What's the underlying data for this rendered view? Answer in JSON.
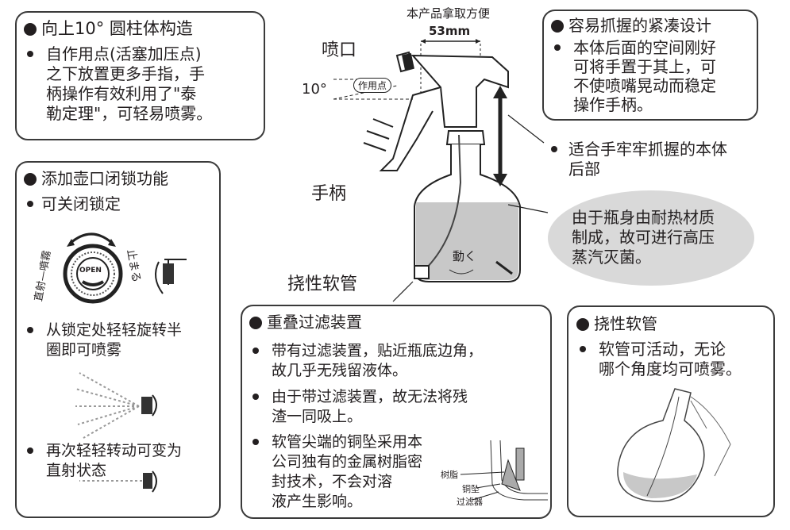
{
  "box1": {
    "title": "向上10° 圆柱体构造",
    "body": "自作用点(活塞加压点)\n之下放置更多手指，手\n柄操作有效利用了\"泰\n勒定理\"，可轻易喷雾。"
  },
  "box2": {
    "title": "添加壶口闭锁功能",
    "item1": "可关闭锁定",
    "dial_open": "OPEN",
    "dial_left": "直射—噴霧",
    "dial_right": "止まる",
    "item2": "从锁定处轻轻旋转半\n圈即可喷雾",
    "item3": "再次轻轻转动可变为\n直射状态"
  },
  "center": {
    "top_note": "本产品拿取方便",
    "width": "53mm",
    "nozzle": "喷口",
    "angle": "10°",
    "action_point": "作用点",
    "handle": "手柄",
    "hose": "挠性软管",
    "move": "動く"
  },
  "box3": {
    "title": "容易抓握的紧凑设计",
    "body": "本体后面的空间刚好\n可将手置于其上，可\n不使喷嘴晃动而稳定\n操作手柄。"
  },
  "grip_note": "适合手牢牢抓握的本体\n后部",
  "oval_note": "由于瓶身由耐热材质\n制成，故可进行高压\n蒸汽灭菌。",
  "box4": {
    "title": "重叠过滤装置",
    "item1": "带有过滤装置，贴近瓶底边角，\n故几乎无残留液体。",
    "item2": "由于带过滤装置，故无法将残\n渣一同吸上。",
    "item3": "软管尖端的铜坠采用本\n公司独有的金属树脂密\n封技术，不会对溶\n液产生影响。",
    "label_resin": "树脂",
    "label_copper": "铜坠",
    "label_filter": "过滤器"
  },
  "box5": {
    "title": "挠性软管",
    "body": "软管可活动，无论\n哪个角度均可喷雾。"
  },
  "colors": {
    "oval": "#d9d9d9",
    "bottle_liquid": "#c8c8c8"
  }
}
